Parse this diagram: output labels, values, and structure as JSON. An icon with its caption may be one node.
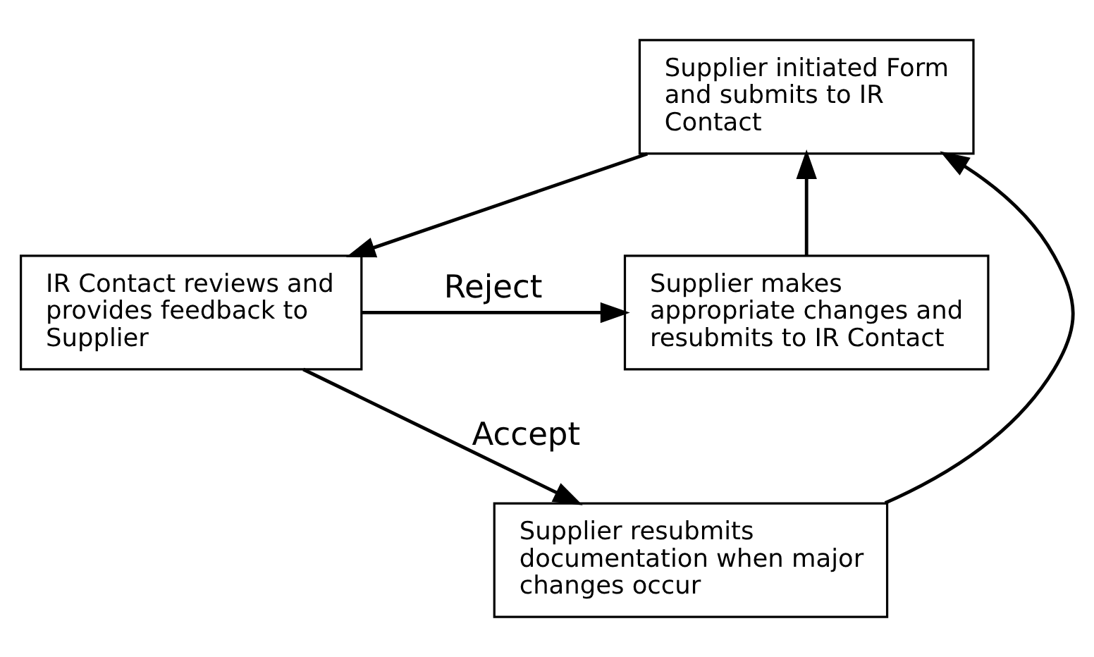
{
  "diagram": {
    "nodes": [
      {
        "text": [
          "Supplier initiated Form and submits to IR Contact"
        ]
      },
      {
        "text": [
          "IR Contact reviews and provides feedback to Supplier"
        ]
      },
      {
        "text": [
          "Supplier makes appropriate changes and resubmits to IR Contact"
        ]
      },
      {
        "text": [
          "Supplier resubmits documentation when major changes occur"
        ]
      }
    ],
    "edges": [
      {
        "from": 0,
        "to": 1,
        "arrow": "to"
      },
      {
        "from": 1,
        "to": 2,
        "arrow": "to",
        "label": "Reject"
      },
      {
        "from": 2,
        "to": 0,
        "arrow": "to"
      },
      {
        "from": 1,
        "to": 3,
        "arrow": "to",
        "label": "Accept"
      },
      {
        "from": 3,
        "to": 0,
        "arrow": "to"
      }
    ]
  }
}
